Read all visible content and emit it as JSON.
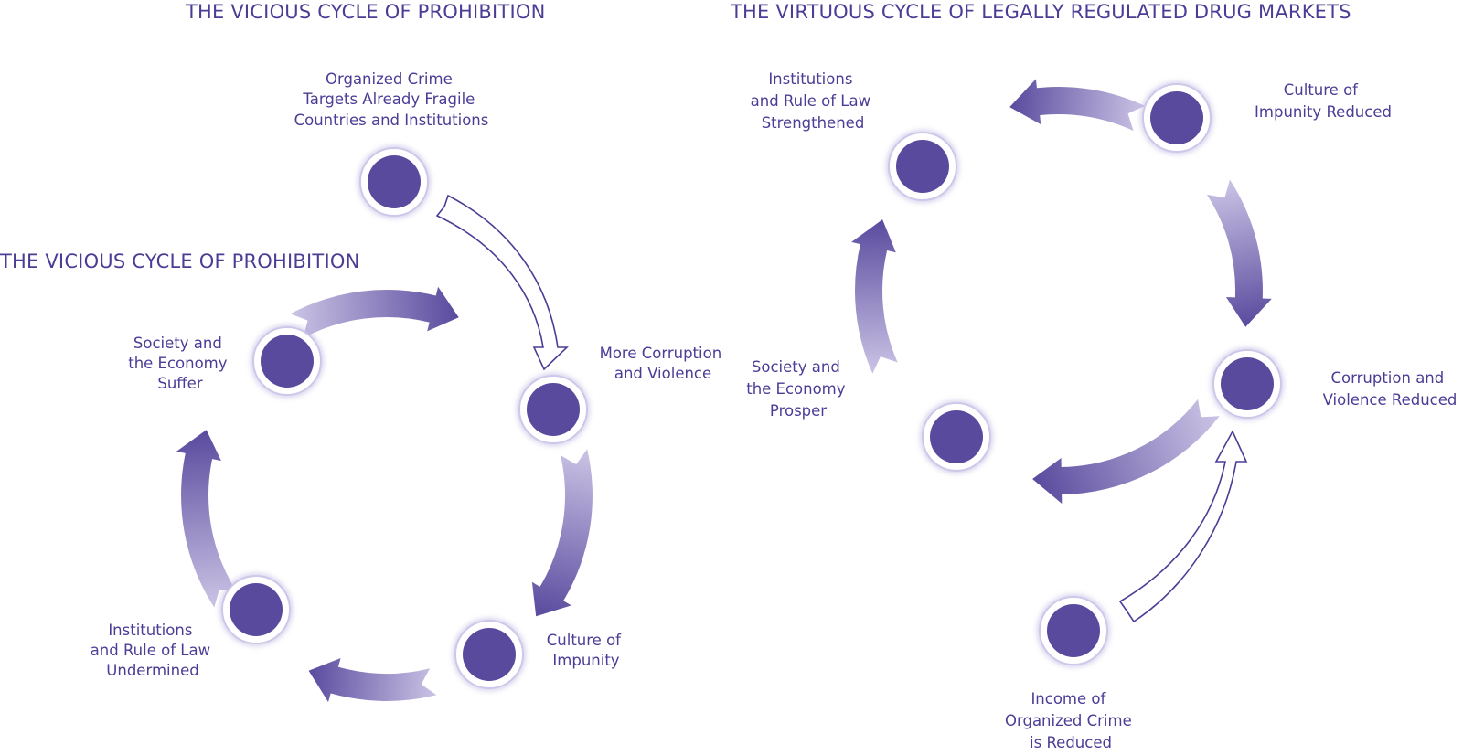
{
  "vicious": {
    "title_top": "THE VICIOUS CYCLE OF PROHIBITION",
    "title_left": "THE VICIOUS CYCLE OF PROHIBITION",
    "nodes": {
      "organized_crime": [
        "Organized Crime",
        "Targets Already Fragile",
        "Countries and Institutions"
      ],
      "corruption": [
        "More Corruption",
        "and Violence"
      ],
      "impunity": [
        "Culture of",
        "Impunity"
      ],
      "institutions": [
        "Institutions",
        "and Rule of Law",
        "Undermined"
      ],
      "society": [
        "Society and",
        "the Economy",
        "Suffer"
      ]
    }
  },
  "virtuous": {
    "title": "THE VIRTUOUS CYCLE OF LEGALLY REGULATED DRUG MARKETS",
    "nodes": {
      "institutions": [
        "Institutions",
        "and Rule of Law",
        "Strengthened"
      ],
      "impunity": [
        "Culture of",
        "Impunity Reduced"
      ],
      "corruption": [
        "Corruption and",
        "Violence Reduced"
      ],
      "society": [
        "Society and",
        "the Economy",
        "Prosper"
      ],
      "income": [
        "Income of",
        "Organized Crime",
        "is Reduced"
      ]
    }
  },
  "colors": {
    "primary": "#4b3d96",
    "node_fill": "#5a4a9e",
    "arrow_light": "#c8c0e3",
    "arrow_dark": "#5a4a9e"
  }
}
